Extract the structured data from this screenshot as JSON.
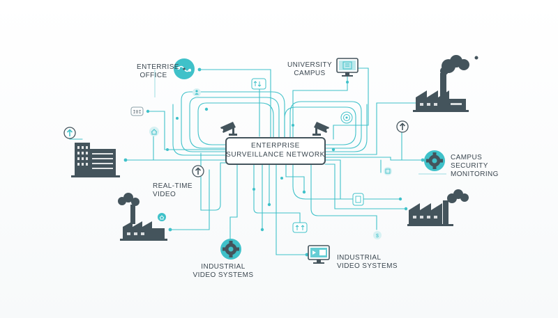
{
  "hub": {
    "title": "ENTERPRISE\nSURVEILLANCE NETWORK"
  },
  "labels": {
    "enterprise_office": "ENTERRISE\nOFFICE",
    "university_campus": "UNIVERSITY\nCAMPUS",
    "campus_security": "CAMPUS SECURITY\nMONITORING",
    "real_time_video": "REAL-TIME VIDEO",
    "industrial_left": "INDUSTRIAL\nVIDEO SYSTEMS",
    "industrial_right": "INDUSTRIAL\nVIDEO SYSTEMS"
  },
  "icons": [
    "enterprise-office-icon",
    "university-campus-monitor-icon",
    "campus-security-gear-icon",
    "industrial-gear-icon",
    "industrial-monitor-icon",
    "office-building-icon",
    "factory-icon",
    "cctv-camera-icon",
    "upload-arrow-icon"
  ],
  "colors": {
    "accent": "#3fc1c9",
    "dark": "#44545c",
    "text": "#3b4750"
  }
}
